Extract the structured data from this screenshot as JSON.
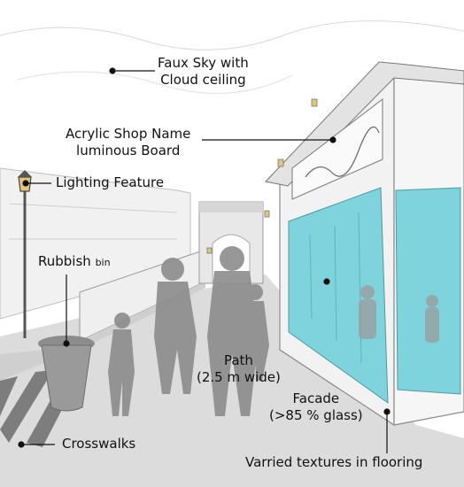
{
  "annotations": {
    "faux_sky": {
      "line1": "Faux Sky with",
      "line2": "Cloud ceiling"
    },
    "shop_name": {
      "line1": "Acrylic Shop Name",
      "line2": "luminous Board"
    },
    "lighting": {
      "text": "Lighting Feature"
    },
    "rubbish": {
      "main": "Rubbish",
      "suffix": "bin"
    },
    "path": {
      "line1": "Path",
      "line2": "(2.5 m wide)"
    },
    "facade": {
      "line1": "Facade",
      "line2": "(>85 % glass)"
    },
    "crosswalks": {
      "text": "Crosswalks"
    },
    "flooring": {
      "text": "Varried textures in flooring"
    }
  },
  "colors": {
    "glass": "#7fd3dd",
    "people": "#8c8c8c",
    "lamp": "#e2c77a",
    "line": "#111111"
  }
}
